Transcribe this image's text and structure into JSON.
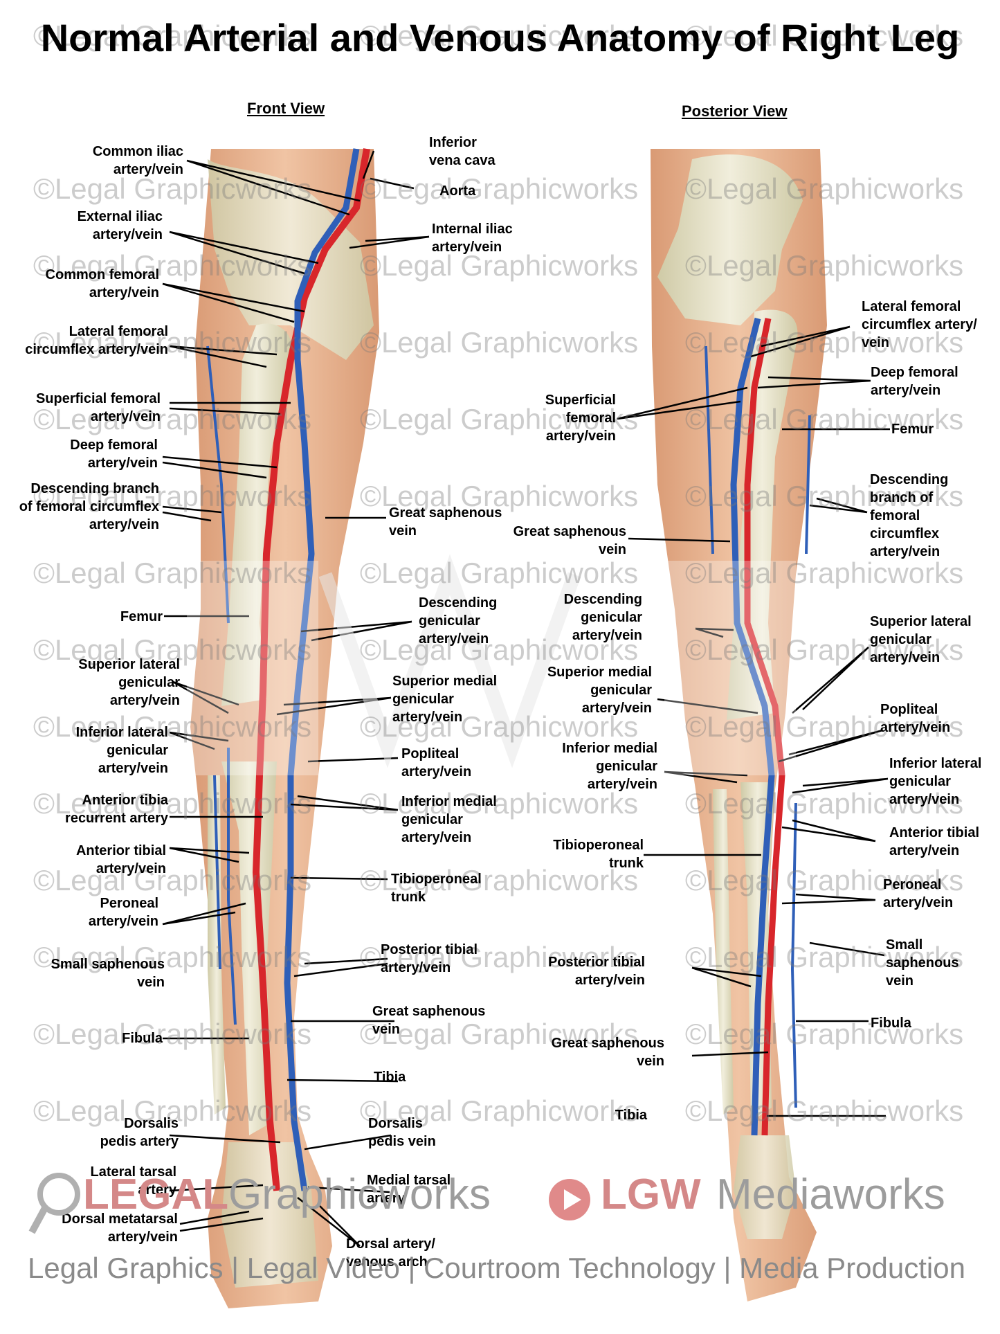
{
  "title": "Normal Arterial and Venous Anatomy of Right Leg",
  "views": {
    "front": "Front View",
    "posterior": "Posterior View"
  },
  "watermark": "©Legal Graphicworks",
  "brand": {
    "legal": "LEGAL",
    "graphicworks": "Graphicworks",
    "lgw": "LGW",
    "mediaworks": "Mediaworks"
  },
  "footer": "Legal Graphics | Legal Video | Courtroom Technology | Media Production",
  "colors": {
    "artery": "#d8262b",
    "vein": "#2f5fb8",
    "skin": "#e9b48f",
    "bone": "#e6e2c8"
  },
  "labels": {
    "common_iliac": [
      "Common iliac",
      "artery/vein"
    ],
    "inferior_vena_cava": [
      "Inferior",
      "vena cava"
    ],
    "aorta": [
      "Aorta"
    ],
    "external_iliac": [
      "External iliac",
      "artery/vein"
    ],
    "internal_iliac": [
      "Internal iliac",
      "artery/vein"
    ],
    "common_femoral": [
      "Common femoral",
      "artery/vein"
    ],
    "lateral_femoral_circ_front": [
      "Lateral femoral",
      "circumflex artery/vein"
    ],
    "superficial_femoral_front": [
      "Superficial femoral",
      "artery/vein"
    ],
    "deep_femoral_front": [
      "Deep femoral",
      "artery/vein"
    ],
    "desc_branch_front": [
      "Descending branch",
      "of femoral circumflex",
      "artery/vein"
    ],
    "great_saphenous_thigh_front": [
      "Great saphenous",
      "vein"
    ],
    "femur_front": [
      "Femur"
    ],
    "desc_genicular_front": [
      "Descending",
      "genicular",
      "artery/vein"
    ],
    "sup_lat_genicular_front": [
      "Superior lateral",
      "genicular",
      "artery/vein"
    ],
    "sup_med_genicular_front": [
      "Superior medial",
      "genicular",
      "artery/vein"
    ],
    "inf_lat_genicular_front": [
      "Inferior lateral",
      "genicular",
      "artery/vein"
    ],
    "popliteal_front": [
      "Popliteal",
      "artery/vein"
    ],
    "ant_tibial_recurrent": [
      "Anterior tibia",
      "recurrent artery"
    ],
    "inf_med_genicular_front": [
      "Inferior medial",
      "genicular",
      "artery/vein"
    ],
    "ant_tibial_front": [
      "Anterior tibial",
      "artery/vein"
    ],
    "tibioperoneal_front": [
      "Tibioperoneal",
      "trunk"
    ],
    "peroneal_front": [
      "Peroneal",
      "artery/vein"
    ],
    "small_saphenous_front": [
      "Small saphenous",
      "vein"
    ],
    "post_tibial_front": [
      "Posterior tibial",
      "artery/vein"
    ],
    "great_saphenous_leg_front": [
      "Great saphenous",
      "vein"
    ],
    "fibula_front": [
      "Fibula"
    ],
    "tibia_front": [
      "Tibia"
    ],
    "dorsalis_pedis_artery": [
      "Dorsalis",
      "pedis artery"
    ],
    "dorsalis_pedis_vein": [
      "Dorsalis",
      "pedis vein"
    ],
    "lateral_tarsal": [
      "Lateral tarsal",
      "artery"
    ],
    "medial_tarsal": [
      "Medial tarsal",
      "artery"
    ],
    "dorsal_metatarsal": [
      "Dorsal metatarsal",
      "artery/vein"
    ],
    "dorsal_arch": [
      "Dorsal artery/",
      "venous arch"
    ],
    "lateral_femoral_circ_post": [
      "Lateral femoral",
      "circumflex artery/",
      "vein"
    ],
    "deep_femoral_post": [
      "Deep femoral",
      "artery/vein"
    ],
    "superficial_femoral_post": [
      "Superficial",
      "femoral",
      "artery/vein"
    ],
    "femur_post": [
      "Femur"
    ],
    "desc_branch_post": [
      "Descending",
      "branch of",
      "femoral",
      "circumflex",
      "artery/vein"
    ],
    "great_saphenous_thigh_post": [
      "Great saphenous",
      "vein"
    ],
    "desc_genicular_post": [
      "Descending",
      "genicular",
      "artery/vein"
    ],
    "sup_lat_genicular_post": [
      "Superior lateral",
      "genicular",
      "artery/vein"
    ],
    "sup_med_genicular_post": [
      "Superior medial",
      "genicular",
      "artery/vein"
    ],
    "popliteal_post": [
      "Popliteal",
      "artery/vein"
    ],
    "inf_med_genicular_post": [
      "Inferior medial",
      "genicular",
      "artery/vein"
    ],
    "inf_lat_genicular_post": [
      "Inferior lateral",
      "genicular",
      "artery/vein"
    ],
    "ant_tibial_post": [
      "Anterior tibial",
      "artery/vein"
    ],
    "tibioperoneal_post": [
      "Tibioperoneal",
      "trunk"
    ],
    "peroneal_post": [
      "Peroneal",
      "artery/vein"
    ],
    "small_saphenous_post": [
      "Small",
      "saphenous",
      "vein"
    ],
    "post_tibial_post": [
      "Posterior tibial",
      "artery/vein"
    ],
    "fibula_post": [
      "Fibula"
    ],
    "great_saphenous_leg_post": [
      "Great saphenous",
      "vein"
    ],
    "tibia_post": [
      "Tibia"
    ]
  }
}
